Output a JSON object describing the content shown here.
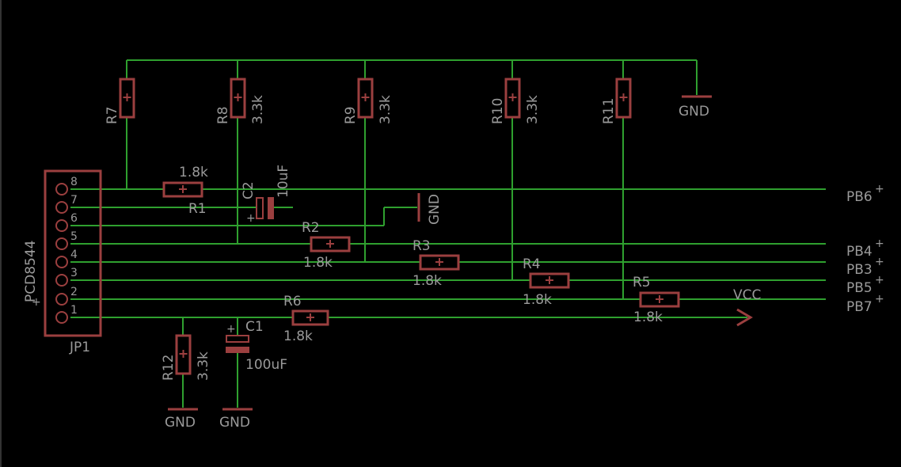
{
  "connector": {
    "ref": "JP1",
    "value": "PCD8544",
    "pins": [
      "8",
      "7",
      "6",
      "5",
      "4",
      "3",
      "2",
      "1"
    ]
  },
  "pullups": [
    {
      "ref": "R7",
      "value": ""
    },
    {
      "ref": "R8",
      "value": "3.3k"
    },
    {
      "ref": "R9",
      "value": "3.3k"
    },
    {
      "ref": "R10",
      "value": "3.3k"
    },
    {
      "ref": "R11",
      "value": ""
    }
  ],
  "series": [
    {
      "ref": "R1",
      "value": "1.8k"
    },
    {
      "ref": "R2",
      "value": "1.8k"
    },
    {
      "ref": "R3",
      "value": "1.8k"
    },
    {
      "ref": "R4",
      "value": "1.8k"
    },
    {
      "ref": "R5",
      "value": "1.8k"
    },
    {
      "ref": "R6",
      "value": "1.8k"
    }
  ],
  "r12": {
    "ref": "R12",
    "value": "3.3k"
  },
  "c1": {
    "ref": "C1",
    "value": "100uF"
  },
  "c2": {
    "ref": "C2",
    "value": "10uF"
  },
  "nets": {
    "gnd": "GND",
    "vcc": "VCC",
    "pb6": "PB6",
    "pb4": "PB4",
    "pb3": "PB3",
    "pb5": "PB5",
    "pb7": "PB7",
    "plus": "+"
  }
}
